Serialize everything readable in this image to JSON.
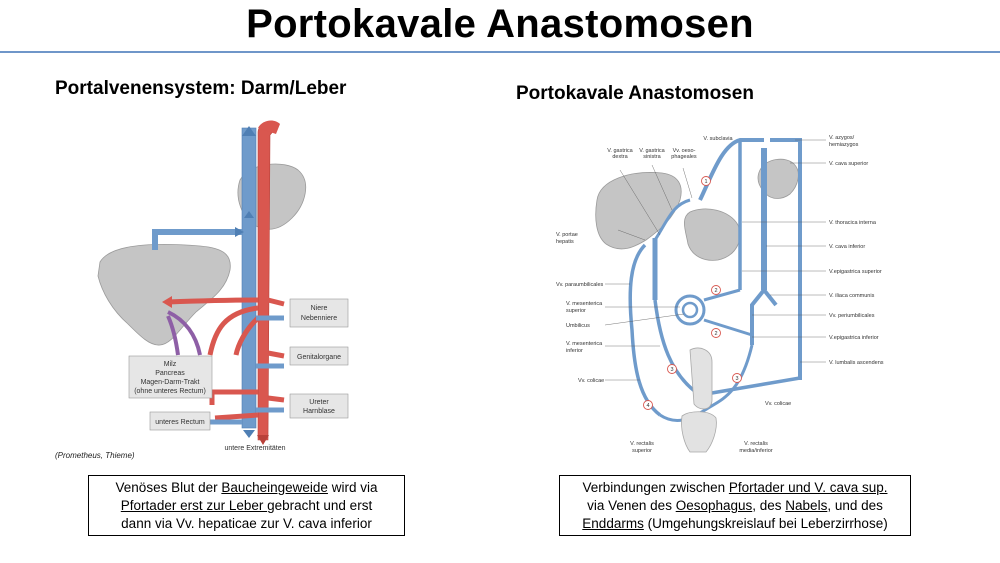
{
  "slide": {
    "title": "Portokavale Anastomosen",
    "left_heading": "Portalvenensystem: Darm/Leber",
    "right_heading": "Portokavale Anastomosen",
    "credit": "(Prometheus, Thieme)"
  },
  "left_diagram": {
    "labels": {
      "niere": [
        "Niere",
        "Nebenniere"
      ],
      "genital": "Genitalorgane",
      "ureter": [
        "Ureter",
        "Harnblase"
      ],
      "milz": [
        "Milz",
        "Pancreas",
        "Magen-Darm-Trakt",
        "(ohne unteres Rectum)"
      ],
      "rectum": "unteres Rectum",
      "extrem": "untere Extremitäten"
    }
  },
  "right_diagram": {
    "labels": {
      "gastrica_dextra": [
        "V. gastrica",
        "dextra"
      ],
      "gastrica_sinistra": [
        "V. gastrica",
        "sinistra"
      ],
      "oesophageales": [
        "Vv. oeso-",
        "phageales"
      ],
      "subclavia": "V. subclavia",
      "azygos": [
        "V. azygos/",
        "hemiazygos"
      ],
      "cava_sup": "V. cava superior",
      "portae": [
        "V. portae",
        "hepatis"
      ],
      "thoracica": "V. thoracica interna",
      "cava_inf": "V. cava inferior",
      "paraumb": "Vv. paraumbilicales",
      "epig_sup": "V.epigastrica superior",
      "mes_sup": [
        "V. mesenterica",
        "superior"
      ],
      "iliaca": "V. iliaca communis",
      "umbilicus": "Umbilicus",
      "periumb": "Vv. periumbilicales",
      "mes_inf": [
        "V. mesenterica",
        "inferior"
      ],
      "epig_inf": "V.epigastrica inferior",
      "lumbales": "V. lumbalis ascendens",
      "colicae_l": "Vv. colicae",
      "colicae_r": "Vv. colicae",
      "rect_sup": [
        "V. rectalis",
        "superior"
      ],
      "rect_med": [
        "V. rectalis",
        "media/inferior"
      ]
    },
    "markers": [
      "1",
      "2",
      "3",
      "4"
    ]
  },
  "captions": {
    "left": {
      "p1": "Venöses Blut der ",
      "u1": "Baucheingeweide",
      "p2": " wird via",
      "u2": "Pfortader erst zur Leber ",
      "p3": "gebracht und erst",
      "p4": "dann via Vv. hepaticae zur V. cava inferior"
    },
    "right": {
      "p1": "Verbindungen zwischen ",
      "u1": "Pfortader und V. cava sup.",
      "p2": "via Venen des ",
      "u2": "Oesophagus",
      "p3": ", des ",
      "u3": "Nabels",
      "p4": ", und des",
      "u4": "Enddarms",
      "p5": " (Umgehungskreislauf bei Leberzirrhose)"
    }
  },
  "colors": {
    "rule": "#6f96c9",
    "vein": "#6f9bcb",
    "artery": "#d9574f",
    "organ": "#c5c5c5",
    "portal_purple": "#8e5fa6"
  }
}
